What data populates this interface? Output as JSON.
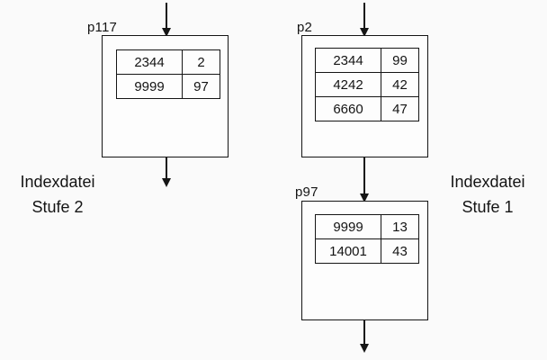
{
  "diagram": {
    "colors": {
      "background": "#fafafa",
      "line": "#151515"
    },
    "nodes": [
      {
        "label": "p117",
        "rows": [
          {
            "key": "2344",
            "ptr": "2"
          },
          {
            "key": "9999",
            "ptr": "97"
          }
        ]
      },
      {
        "label": "p2",
        "rows": [
          {
            "key": "2344",
            "ptr": "99"
          },
          {
            "key": "4242",
            "ptr": "42"
          },
          {
            "key": "6660",
            "ptr": "47"
          }
        ]
      },
      {
        "label": "p97",
        "rows": [
          {
            "key": "9999",
            "ptr": "13"
          },
          {
            "key": "14001",
            "ptr": "43"
          }
        ]
      }
    ],
    "levels": [
      {
        "line1": "Indexdatei",
        "line2": "Stufe 2"
      },
      {
        "line1": "Indexdatei",
        "line2": "Stufe 1"
      }
    ]
  }
}
